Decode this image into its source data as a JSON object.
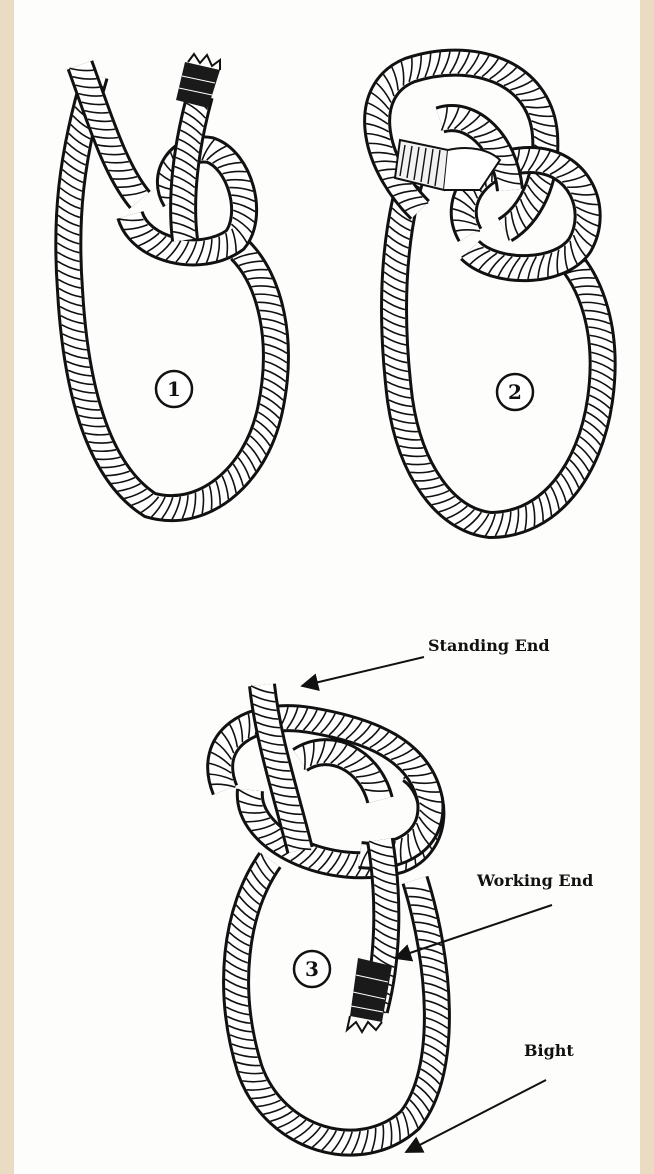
{
  "steps": [
    {
      "number": "1"
    },
    {
      "number": "2"
    },
    {
      "number": "3"
    }
  ],
  "labels": {
    "standing_end": "Standing End",
    "working_end": "Working End",
    "bight": "Bight"
  },
  "colors": {
    "frame": "#e9dcc3",
    "paper": "#fdfdfb",
    "ink": "#111111",
    "rope_fill": "#ffffff"
  }
}
